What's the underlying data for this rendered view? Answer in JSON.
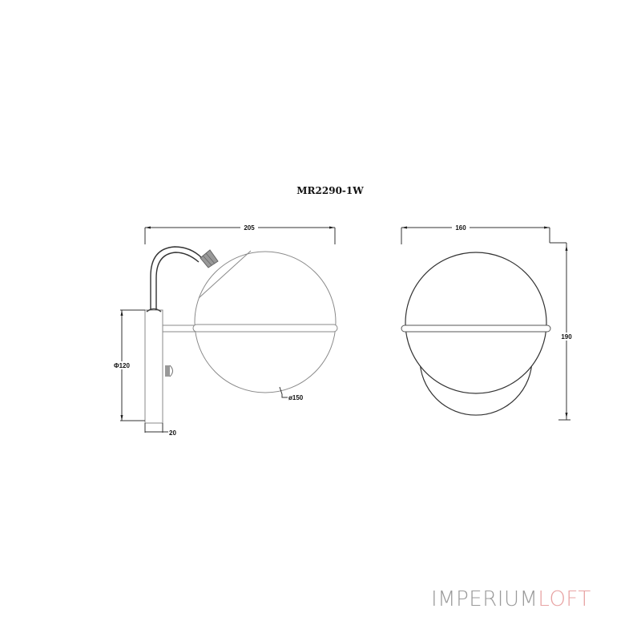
{
  "drawing": {
    "model": "MR2290-1W",
    "side_view": {
      "width_label": "205",
      "backplate_diameter_label": "Φ120",
      "backplate_depth_label": "20",
      "globe_diameter_label": "ø150"
    },
    "front_view": {
      "width_label": "160",
      "height_label": "190"
    },
    "colors": {
      "line": "#222222",
      "thin_line": "#8a8a8a"
    }
  },
  "logo": {
    "part1": "IMPERIUM",
    "part2": "LOFT",
    "color1": "#9a9a9a",
    "color2": "#e8a3a3"
  }
}
